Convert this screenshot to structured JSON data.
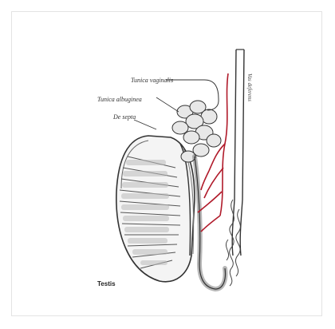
{
  "labels": {
    "tunica_vaginalis": "Tunica vaginalis",
    "tunica_albuginea": "Tunica albuginea",
    "septa": "De septa",
    "vas_deferens": "Vas deferens",
    "caption": "Testis"
  },
  "colors": {
    "vessel": "#b01a2a",
    "line": "#333333",
    "shade": "#9a9a9a",
    "frame": "#e3e3e3"
  }
}
